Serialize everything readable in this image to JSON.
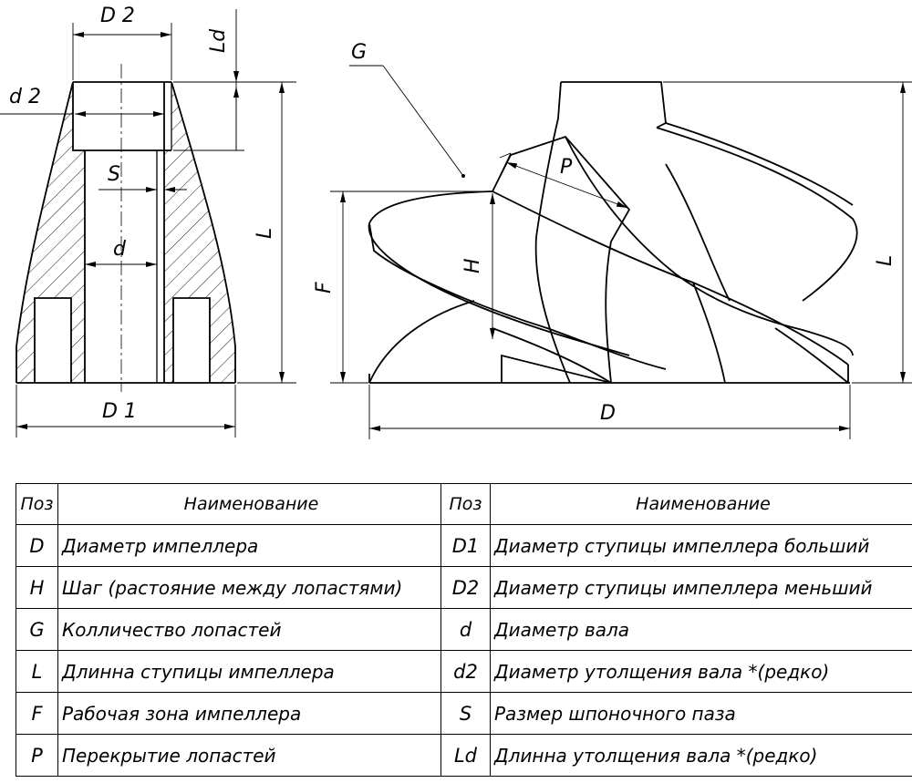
{
  "drawing": {
    "left_labels": {
      "D2": "D 2",
      "Ld": "Ld",
      "d2": "d 2",
      "S": "S",
      "d": "d",
      "L": "L",
      "D1": "D 1"
    },
    "right_labels": {
      "G": "G",
      "P": "P",
      "H": "H",
      "F": "F",
      "L": "L",
      "D": "D"
    }
  },
  "table": {
    "header": {
      "pos": "Поз",
      "name": "Наименование"
    },
    "rows": [
      {
        "left_pos": "D",
        "left_name": "Диаметр импеллера",
        "right_pos": "D1",
        "right_name": "Диаметр ступицы импеллера больший"
      },
      {
        "left_pos": "H",
        "left_name": "Шаг (растояние между лопастями)",
        "right_pos": "D2",
        "right_name": "Диаметр ступицы импеллера меньший"
      },
      {
        "left_pos": "G",
        "left_name": "Колличество лопастей",
        "right_pos": "d",
        "right_name": "Диаметр вала"
      },
      {
        "left_pos": "L",
        "left_name": "Длинна ступицы импеллера",
        "right_pos": "d2",
        "right_name": "Диаметр утолщения вала *(редко)"
      },
      {
        "left_pos": "F",
        "left_name": "Рабочая зона импеллера",
        "right_pos": "S",
        "right_name": "Размер шпоночного паза"
      },
      {
        "left_pos": "P",
        "left_name": "Перекрытие лопастей",
        "right_pos": "Ld",
        "right_name": "Длинна утолщения вала *(редко)"
      }
    ]
  }
}
